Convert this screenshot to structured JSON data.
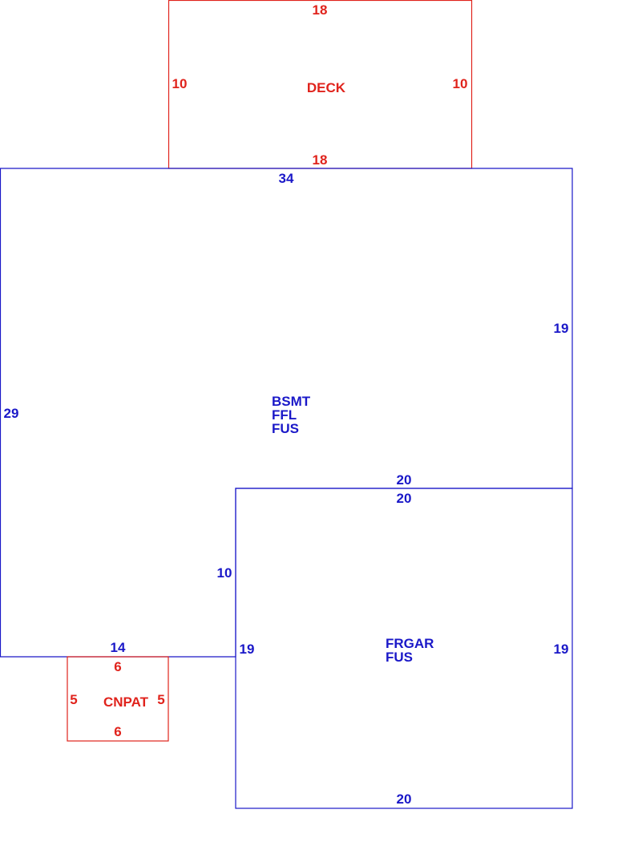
{
  "colors": {
    "deck_red": "#e0231c",
    "main_blue": "#1a18c8",
    "background": "#ffffff"
  },
  "deck": {
    "name": "DECK",
    "top": "18",
    "bottom": "18",
    "left": "10",
    "right": "10"
  },
  "main": {
    "names": [
      "BSMT",
      "FFL",
      "FUS"
    ],
    "top": "34",
    "left": "29",
    "right": "19",
    "bottom_left": "14",
    "garage_top_outer": "20",
    "step_left": "10"
  },
  "garage": {
    "names": [
      "FRGAR",
      "FUS"
    ],
    "top": "20",
    "left": "19",
    "right": "19",
    "bottom": "20"
  },
  "cnpat": {
    "name": "CNPAT",
    "top": "6",
    "bottom": "6",
    "left": "5",
    "right": "5"
  }
}
